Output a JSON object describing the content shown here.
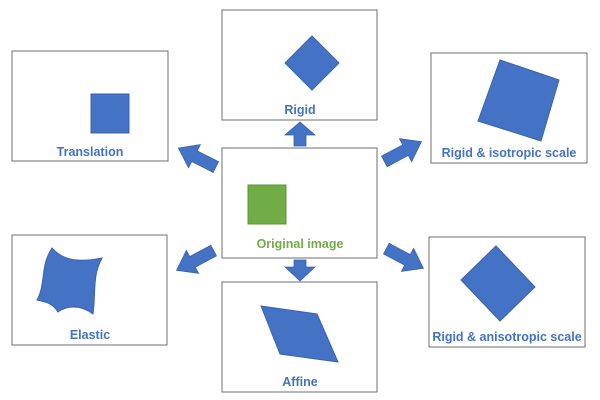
{
  "colors": {
    "transformed": "#4472C4",
    "original": "#70AD47",
    "box_border": "#6f6f6f"
  },
  "center": {
    "label": "Original image",
    "shape": "green-square"
  },
  "transforms": [
    {
      "id": "translation",
      "label": "Translation",
      "shape": "square-shifted"
    },
    {
      "id": "rigid",
      "label": "Rigid",
      "shape": "rotated-square"
    },
    {
      "id": "rigid-isotropic",
      "label": "Rigid & isotropic scale",
      "shape": "rotated-scaled-square"
    },
    {
      "id": "elastic",
      "label": "Elastic",
      "shape": "warped-square"
    },
    {
      "id": "affine",
      "label": "Affine",
      "shape": "parallelogram"
    },
    {
      "id": "rigid-anisotropic",
      "label": "Rigid & anisotropic scale",
      "shape": "rotated-rectangle"
    }
  ]
}
